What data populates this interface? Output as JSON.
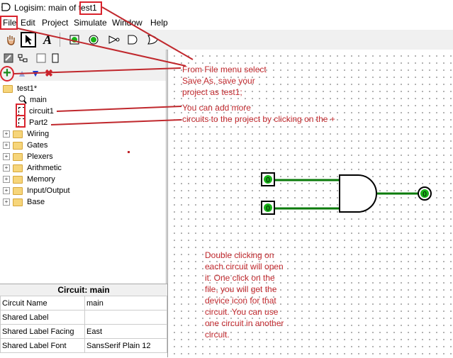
{
  "window": {
    "title_prefix": "Logisim: main of ",
    "title_project": "test1"
  },
  "menu": [
    "File",
    "Edit",
    "Project",
    "Simulate",
    "Window",
    "Help"
  ],
  "toolbar": {
    "tools": [
      "hand-poke-icon",
      "arrow-select-icon",
      "text-tool-icon",
      "input-pin-icon",
      "output-pin-icon",
      "not-gate-icon",
      "and-gate-icon",
      "or-gate-icon"
    ],
    "text_tool_label": "A"
  },
  "explorer": {
    "project_name": "test1*",
    "circuits": [
      "main",
      "circuit1",
      "Part2"
    ],
    "libraries": [
      "Wiring",
      "Gates",
      "Plexers",
      "Arithmetic",
      "Memory",
      "Input/Output",
      "Base"
    ]
  },
  "attributes": {
    "title": "Circuit: main",
    "rows": [
      {
        "name": "Circuit Name",
        "value": "main"
      },
      {
        "name": "Shared Label",
        "value": ""
      },
      {
        "name": "Shared Label Facing",
        "value": "East"
      },
      {
        "name": "Shared Label Font",
        "value": "SansSerif Plain 12"
      }
    ]
  },
  "circuit": {
    "pin_value": "0"
  },
  "annotations": {
    "save_as": [
      "From File menu select",
      "Save As, save your",
      "project as test1;"
    ],
    "add_circuits": [
      "You can add more",
      "circuits to the project by clicking on the +"
    ],
    "double_click": [
      "Double clicking on",
      "each circuit will open",
      "it.  One click on the",
      "file, you will get the",
      "device icon for that",
      "circuit.    You can use",
      "one circuit in another",
      "circuit."
    ]
  },
  "colors": {
    "annotation": "#c0282d",
    "wire_active": "#0a7a0a",
    "highlight_box": "#d9232d"
  }
}
